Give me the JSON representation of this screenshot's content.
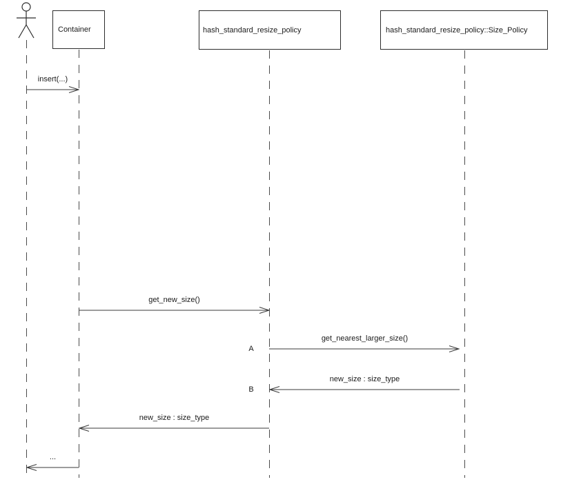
{
  "diagram": {
    "type": "uml-sequence-diagram",
    "participants": [
      {
        "id": "container",
        "label": "Container"
      },
      {
        "id": "policy",
        "label": "hash_standard_resize_policy"
      },
      {
        "id": "size-policy",
        "label": "hash_standard_resize_policy::Size_Policy"
      }
    ],
    "messages": [
      {
        "label": "insert(...)",
        "from": "actor",
        "to": "Container",
        "direction": "right"
      },
      {
        "label": "get_new_size()",
        "from": "Container",
        "to": "hash_standard_resize_policy",
        "direction": "right"
      },
      {
        "label": "get_nearest_larger_size()",
        "marker": "A",
        "from": "hash_standard_resize_policy",
        "to": "hash_standard_resize_policy::Size_Policy",
        "direction": "right"
      },
      {
        "label": "new_size : size_type",
        "marker": "B",
        "from": "hash_standard_resize_policy::Size_Policy",
        "to": "hash_standard_resize_policy",
        "direction": "left"
      },
      {
        "label": "new_size : size_type",
        "from": "hash_standard_resize_policy",
        "to": "Container",
        "direction": "left"
      },
      {
        "label": "...",
        "from": "Container",
        "to": "actor",
        "direction": "left"
      }
    ],
    "colors": {
      "background": "#ffffff",
      "line": "#3a3a3a",
      "lifeline": "#4a4a4a",
      "box_border": "#2b2b2b",
      "text": "#1a1a1a"
    }
  }
}
